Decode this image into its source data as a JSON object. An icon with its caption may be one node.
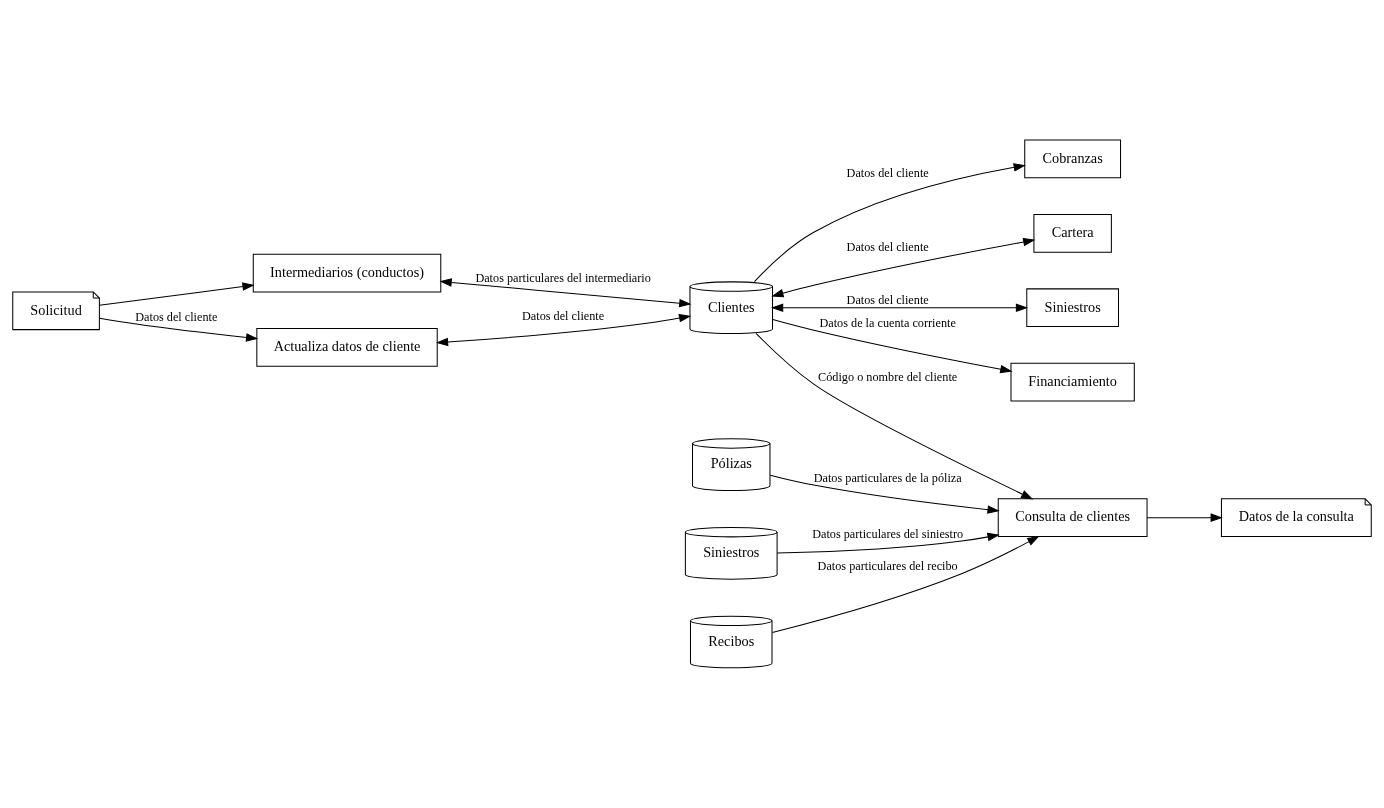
{
  "diagram": {
    "nodes": [
      {
        "text": [
          "Solicitud"
        ]
      },
      {
        "text": [
          "Intermediarios (conductos)"
        ]
      },
      {
        "text": [
          "Cobranzas"
        ]
      },
      {
        "text": [
          "Pólizas"
        ]
      },
      {
        "text": [
          "Actualiza datos de cliente"
        ]
      },
      {
        "text": [
          "Clientes"
        ]
      },
      {
        "text": [
          "Consulta de clientes"
        ]
      },
      {
        "text": [
          "Datos de la consulta"
        ]
      },
      {
        "text": [
          "Cartera"
        ]
      },
      {
        "text": [
          "Siniestros"
        ]
      },
      {
        "text": [
          "Financiamiento"
        ]
      },
      {
        "text": [
          "Siniestros"
        ]
      },
      {
        "text": [
          "Recibos"
        ]
      }
    ],
    "edges": [
      {
        "from": 0,
        "to": 1,
        "arrow": "to"
      },
      {
        "from": 0,
        "to": 4,
        "arrow": "to",
        "label": "Datos del cliente"
      },
      {
        "from": 1,
        "to": 5,
        "arrow": "both",
        "label": "Datos particulares del intermediario"
      },
      {
        "from": 5,
        "to": 2,
        "arrow": "to",
        "label": "Datos del cliente"
      },
      {
        "from": 4,
        "to": 5,
        "arrow": "both",
        "label": "Datos del cliente"
      },
      {
        "from": 3,
        "to": 6,
        "arrow": "to",
        "label": "Datos particulares de la póliza"
      },
      {
        "from": 5,
        "to": 6,
        "arrow": "to",
        "label": "Código o nombre del cliente"
      },
      {
        "from": 6,
        "to": 7,
        "arrow": "to"
      },
      {
        "from": 5,
        "to": 8,
        "arrow": "both",
        "label": "Datos del cliente"
      },
      {
        "from": 5,
        "to": 9,
        "arrow": "both",
        "label": "Datos del cliente"
      },
      {
        "from": 5,
        "to": 10,
        "arrow": "to",
        "label": "Datos de la cuenta corriente"
      },
      {
        "from": 11,
        "to": 6,
        "arrow": "to",
        "label": "Datos particulares del siniestro"
      },
      {
        "from": 12,
        "to": 6,
        "arrow": "to",
        "label": "Datos particulares del recibo"
      }
    ]
  }
}
